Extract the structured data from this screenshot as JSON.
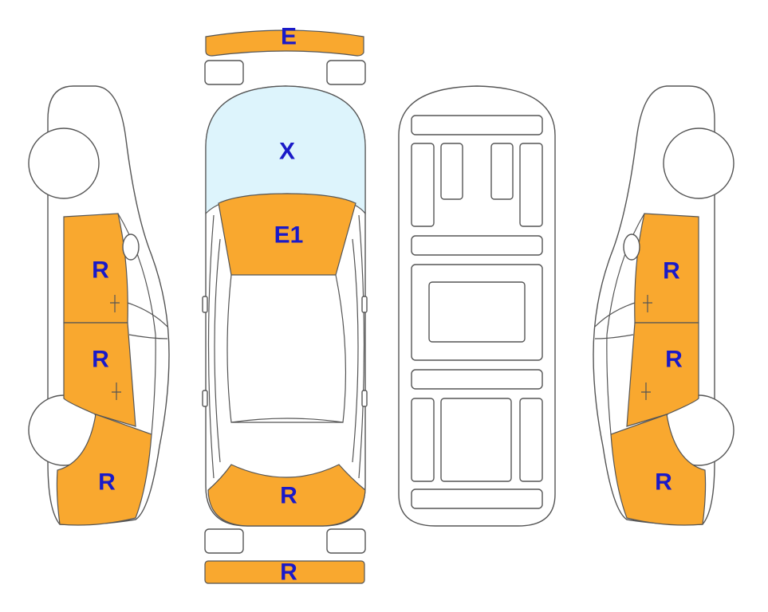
{
  "colors": {
    "damage": "#F9A82F",
    "glass": "#DDF4FC",
    "label": "#1A1AC8",
    "outline": "#555555"
  },
  "labels": {
    "front_bumper": "E",
    "windshield": "X",
    "hood": "E1",
    "trunk": "R",
    "rear_bumper": "R",
    "left_front_door": "R",
    "left_rear_door": "R",
    "left_rear_quarter": "R",
    "right_front_door": "R",
    "right_rear_door": "R",
    "right_rear_quarter": "R"
  }
}
